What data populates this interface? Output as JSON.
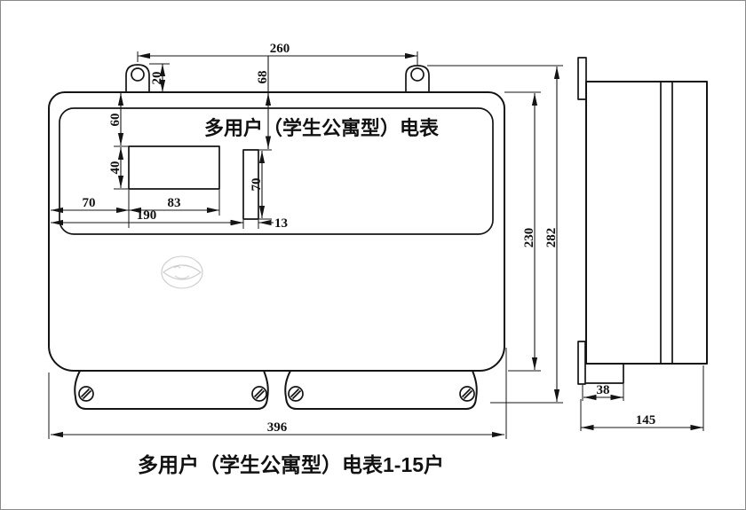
{
  "page": {
    "background": "#ffffff",
    "line_color": "#141414",
    "border_color": "#8a8a8a"
  },
  "front_view": {
    "title": "多用户（学生公寓型）电表",
    "dims": {
      "mount_hole_spacing": "260",
      "tab_height": "20",
      "top_to_slot": "68",
      "top_to_window": "60",
      "window_height": "40",
      "left_to_window": "70",
      "window_width": "83",
      "left_to_slot": "190",
      "slot_width": "13",
      "slot_height": "70",
      "body_height": "230",
      "overall_height": "282",
      "overall_width": "396"
    }
  },
  "side_view": {
    "dims": {
      "step_depth": "38",
      "overall_depth": "145"
    }
  },
  "caption": "多用户（学生公寓型）电表1-15户"
}
